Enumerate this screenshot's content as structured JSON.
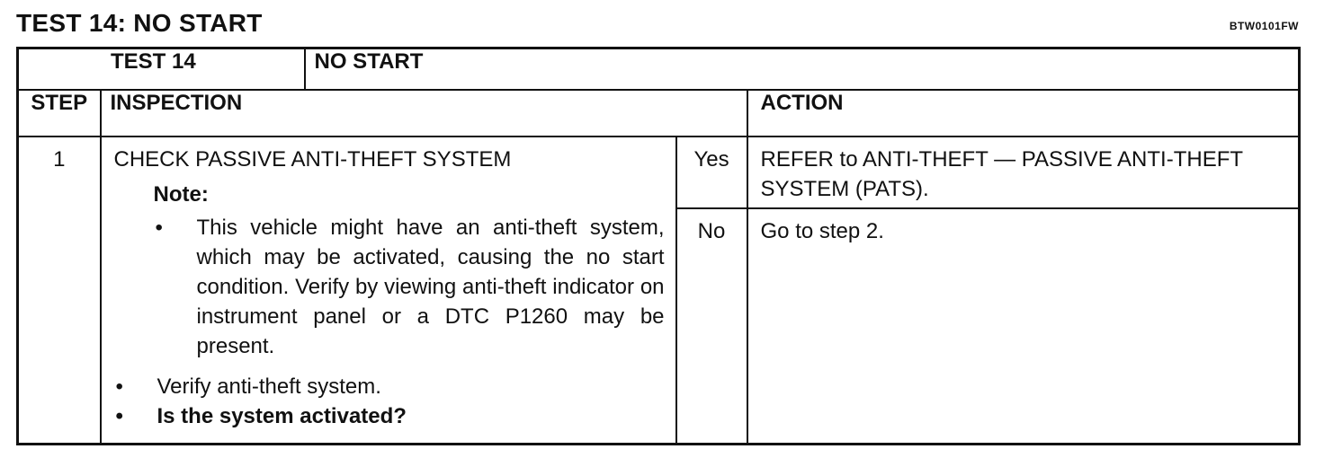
{
  "page_title": "TEST 14: NO START",
  "figure_code": "BTW0101FW",
  "table": {
    "test_label": "TEST 14",
    "test_name": "NO START",
    "headers": {
      "step": "STEP",
      "inspection": "INSPECTION",
      "action": "ACTION"
    },
    "rows": [
      {
        "step": "1",
        "inspection_title": "CHECK PASSIVE ANTI-THEFT SYSTEM",
        "note_label": "Note:",
        "notes": [
          "This vehicle might have an anti-theft system, which may be activated, causing the no start condition. Verify by viewing anti-theft indicator on instrument panel or a DTC P1260 may be present."
        ],
        "steps": [
          "Verify anti-theft system.",
          "Is the system activated?"
        ],
        "outcomes": [
          {
            "answer": "Yes",
            "action": "REFER to ANTI-THEFT — PASSIVE ANTI-THEFT SYSTEM (PATS)."
          },
          {
            "answer": "No",
            "action": "Go to step 2."
          }
        ]
      }
    ]
  }
}
